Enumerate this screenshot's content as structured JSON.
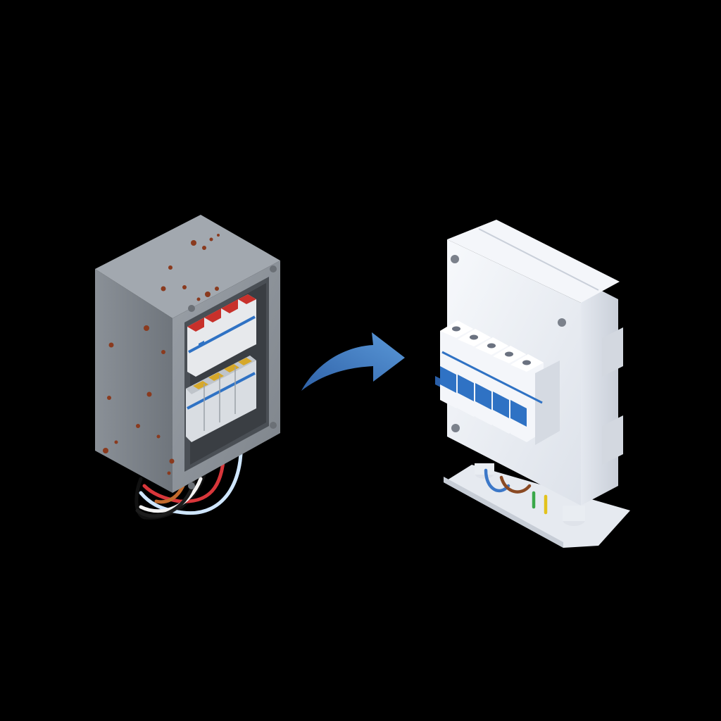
{
  "scene": {
    "background": "#000000",
    "subject": "before-after-electrical-panel-upgrade",
    "old_box": {
      "state": "rusty",
      "body_color": "#8f959c",
      "rust_color": "#8a3a1e",
      "breaker_rows": 2,
      "breakers_per_row": 4,
      "wire_colors": [
        "#111111",
        "#d8363a",
        "#cfe6ff",
        "#f2f2f2",
        "#c26a2c"
      ]
    },
    "arrow": {
      "direction": "right",
      "color": "#4a86c8"
    },
    "new_box": {
      "state": "new",
      "body_color": "#eef1f6",
      "accent_color": "#2f72c4",
      "breaker_count": 5,
      "wire_colors": [
        "#3c78c8",
        "#8a4a24",
        "#3aa84a",
        "#e2c21c"
      ]
    }
  }
}
